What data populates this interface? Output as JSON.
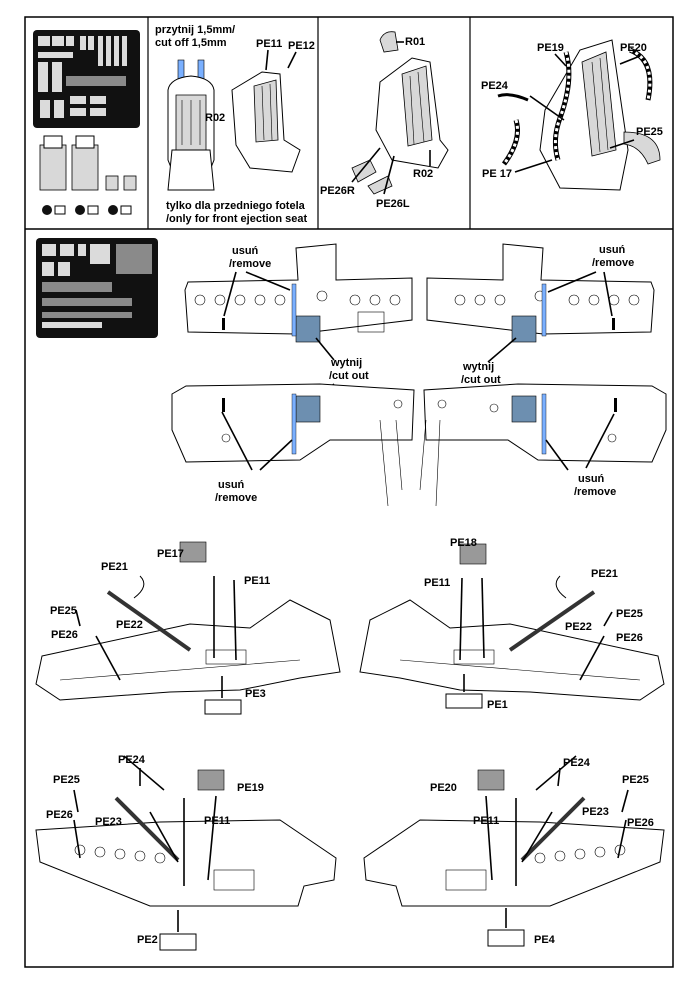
{
  "panels": {
    "seat_cut": {
      "line1": "przytnij 1,5mm/",
      "line2": "cut off 1,5mm",
      "note1": "tylko dla przedniego fotela",
      "note2": "/only for front ejection seat",
      "r02": "R02",
      "pe11": "PE11",
      "pe12": "PE12"
    },
    "seat_resin": {
      "r01": "R01",
      "r02": "R02",
      "pe26r": "PE26R",
      "pe26l": "PE26L"
    },
    "seat_belts": {
      "pe19": "PE19",
      "pe20": "PE20",
      "pe24": "PE24",
      "pe25": "PE25",
      "pe17": "PE 17"
    }
  },
  "fuselage": {
    "remove1": "usuń",
    "remove2": "/remove",
    "cut1": "wytnij",
    "cut2": "/cut out"
  },
  "cockpits": {
    "left_upper": {
      "pe17": "PE17",
      "pe21": "PE21",
      "pe22": "PE22",
      "pe25": "PE25",
      "pe26": "PE26",
      "pe11": "PE11",
      "pe3": "PE3"
    },
    "right_upper": {
      "pe18": "PE18",
      "pe21": "PE21",
      "pe22": "PE22",
      "pe25": "PE25",
      "pe26": "PE26",
      "pe11": "PE11",
      "pe1": "PE1"
    },
    "left_lower": {
      "pe24": "PE24",
      "pe25": "PE25",
      "pe26": "PE26",
      "pe23": "PE23",
      "pe19": "PE19",
      "pe11": "PE11",
      "pe2": "PE2"
    },
    "right_lower": {
      "pe20": "PE20",
      "pe24": "PE24",
      "pe25": "PE25",
      "pe26": "PE26",
      "pe23": "PE23",
      "pe11": "PE11",
      "pe4": "PE4"
    }
  }
}
